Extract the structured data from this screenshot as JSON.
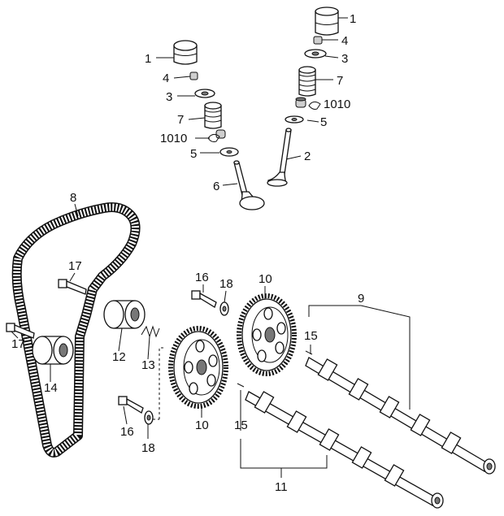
{
  "callouts": {
    "tappet_right": "1",
    "tappet_left": "1",
    "retainer_lock_right": "4",
    "retainer_lock_left": "4",
    "spring_retainer_right": "3",
    "spring_retainer_left": "3",
    "spring_right": "7",
    "spring_left": "7",
    "stem_seal_right": "1010",
    "stem_seal_left": "1010",
    "spring_seat_right": "5",
    "spring_seat_left": "5",
    "exhaust_valve": "2",
    "intake_valve": "6",
    "timing_belt": "8",
    "bolt_upper_left": "17",
    "bolt_lower_left": "17",
    "idler_pulley": "12",
    "tensioner_pulley": "14",
    "tensioner_spring": "13",
    "sprocket_bolt_upper": "16",
    "sprocket_bolt_lower": "16",
    "washer_upper": "18",
    "washer_lower": "18",
    "sprocket_upper": "10",
    "sprocket_lower": "10",
    "exhaust_camshaft": "9",
    "intake_camshaft": "11",
    "pin_upper": "15",
    "pin_lower": "15"
  }
}
